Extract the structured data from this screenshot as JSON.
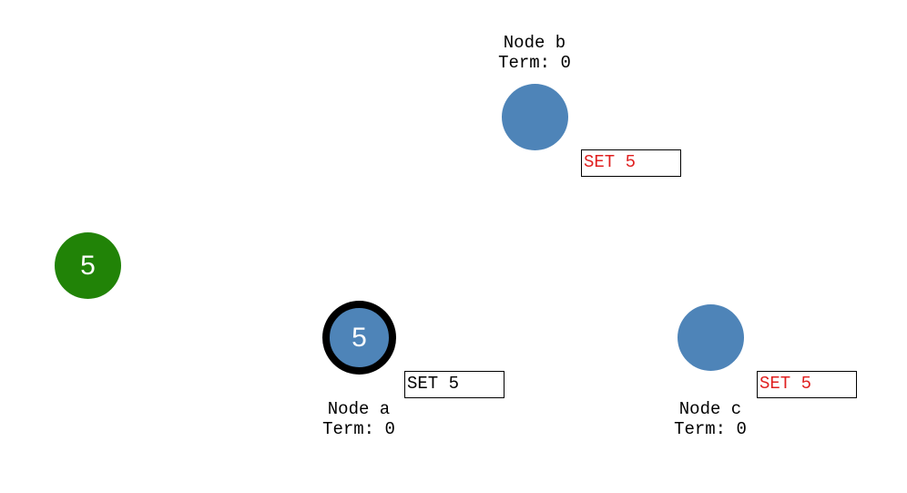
{
  "colors": {
    "client": "#218307",
    "node": "#4e84b8",
    "leader_ring": "#000000",
    "uncommitted_entry": "#e02020",
    "committed_entry": "#000000"
  },
  "client": {
    "value": "5"
  },
  "nodes": [
    {
      "id": "a",
      "name": "Node a",
      "term": "Term: 0",
      "value": "5",
      "is_leader": true,
      "log_entry": "SET 5",
      "entry_committed": true
    },
    {
      "id": "b",
      "name": "Node b",
      "term": "Term: 0",
      "value": "",
      "is_leader": false,
      "log_entry": "SET 5",
      "entry_committed": false
    },
    {
      "id": "c",
      "name": "Node c",
      "term": "Term: 0",
      "value": "",
      "is_leader": false,
      "log_entry": "SET 5",
      "entry_committed": false
    }
  ]
}
